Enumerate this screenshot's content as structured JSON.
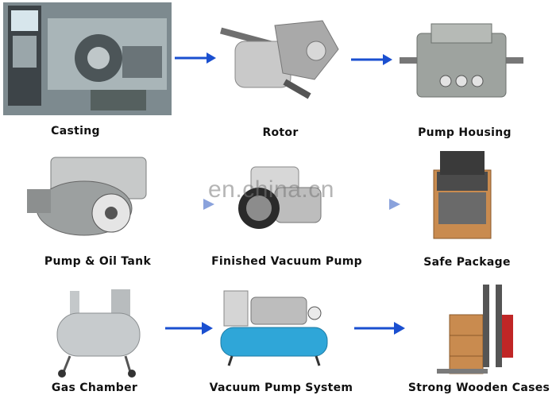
{
  "steps": [
    {
      "label": "Casting"
    },
    {
      "label": "Rotor"
    },
    {
      "label": "Pump Housing"
    },
    {
      "label": "Pump & Oil Tank"
    },
    {
      "label": "Finished Vacuum Pump"
    },
    {
      "label": "Safe Package"
    },
    {
      "label": "Gas Chamber"
    },
    {
      "label": "Vacuum Pump System"
    },
    {
      "label": "Strong Wooden Cases"
    }
  ],
  "watermark": "en.china.cn",
  "colors": {
    "arrow": "#1a4fd0",
    "label": "#111111",
    "pump_blue": "#2fa6d8",
    "wood": "#c98b4f"
  }
}
